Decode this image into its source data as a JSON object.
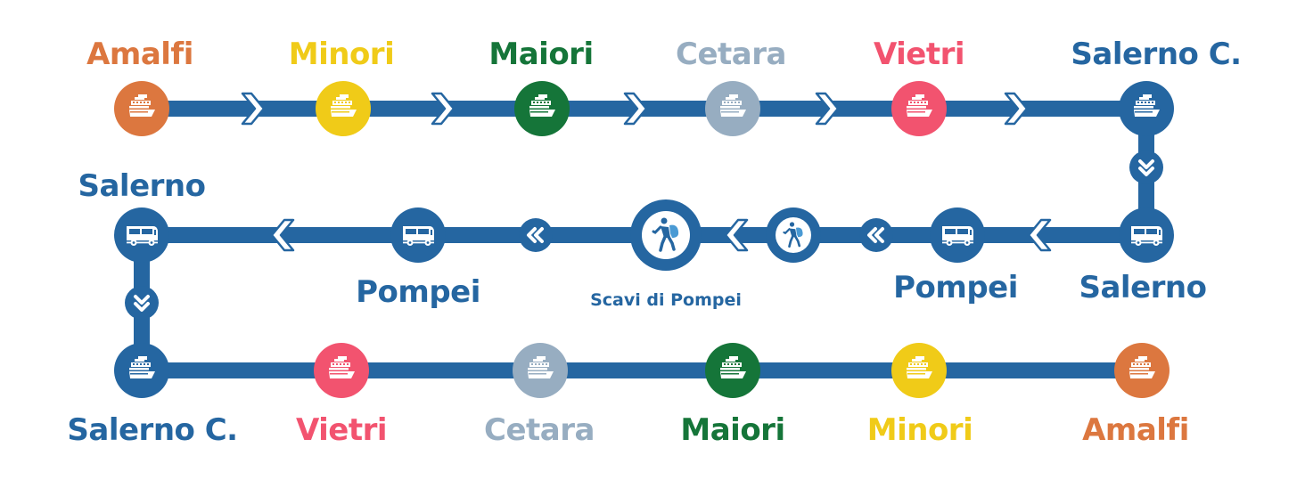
{
  "title": "Route map: Amalfi – Salerno – Pompei – Salerno – Amalfi",
  "colors": {
    "line": "#2566a1",
    "amalfi": "#dc773f",
    "minori": "#f0cb18",
    "maiori": "#157539",
    "cetara": "#97adc1",
    "vietri": "#f2536f",
    "salerno": "#2566a1",
    "pompei_light": "#4a9ad4"
  },
  "rows": [
    {
      "direction": "right",
      "stops": [
        {
          "name": "Amalfi",
          "mode": "ferry",
          "color": "amalfi",
          "label_pos": "above"
        },
        {
          "name": "Minori",
          "mode": "ferry",
          "color": "minori",
          "label_pos": "above"
        },
        {
          "name": "Maiori",
          "mode": "ferry",
          "color": "maiori",
          "label_pos": "above"
        },
        {
          "name": "Cetara",
          "mode": "ferry",
          "color": "cetara",
          "label_pos": "above"
        },
        {
          "name": "Vietri",
          "mode": "ferry",
          "color": "vietri",
          "label_pos": "above"
        },
        {
          "name": "Salerno C.",
          "mode": "ferry",
          "color": "salerno",
          "label_pos": "above"
        }
      ]
    },
    {
      "direction": "left",
      "stops": [
        {
          "name": "Salerno",
          "mode": "bus",
          "color": "salerno",
          "label_pos": "below"
        },
        {
          "name": "Pompei",
          "mode": "bus",
          "color": "salerno",
          "label_pos": "below"
        },
        {
          "name": "",
          "mode": "walk",
          "color": "salerno",
          "label_pos": "none"
        },
        {
          "name": "Scavi di Pompei",
          "mode": "walk",
          "color": "salerno",
          "label_pos": "below"
        },
        {
          "name": "Pompei",
          "mode": "bus",
          "color": "salerno",
          "label_pos": "below"
        },
        {
          "name": "Salerno",
          "mode": "bus",
          "color": "salerno",
          "label_pos": "above"
        }
      ]
    },
    {
      "direction": "right",
      "stops": [
        {
          "name": "Salerno C.",
          "mode": "ferry",
          "color": "salerno",
          "label_pos": "below"
        },
        {
          "name": "Vietri",
          "mode": "ferry",
          "color": "vietri",
          "label_pos": "below"
        },
        {
          "name": "Cetara",
          "mode": "ferry",
          "color": "cetara",
          "label_pos": "below"
        },
        {
          "name": "Maiori",
          "mode": "ferry",
          "color": "maiori",
          "label_pos": "below"
        },
        {
          "name": "Minori",
          "mode": "ferry",
          "color": "minori",
          "label_pos": "below"
        },
        {
          "name": "Amalfi",
          "mode": "ferry",
          "color": "amalfi",
          "label_pos": "below"
        }
      ]
    }
  ],
  "labels": {
    "top": [
      "Amalfi",
      "Minori",
      "Maiori",
      "Cetara",
      "Vietri",
      "Salerno C."
    ],
    "middle_salerno_left": "Salerno",
    "middle_pompei_left": "Pompei",
    "middle_scavi": "Scavi di Pompei",
    "middle_pompei_right": "Pompei",
    "middle_salerno_right": "Salerno",
    "bottom": [
      "Salerno C.",
      "Vietri",
      "Cetara",
      "Maiori",
      "Minori",
      "Amalfi"
    ]
  },
  "icons": {
    "ferry": "ferry-icon",
    "bus": "bus-icon",
    "walk": "hiker-icon",
    "arrow_right": "chevron-right-icon",
    "arrow_left": "chevron-left-icon",
    "double_left": "double-chevron-left-icon",
    "double_down": "double-chevron-down-icon"
  }
}
